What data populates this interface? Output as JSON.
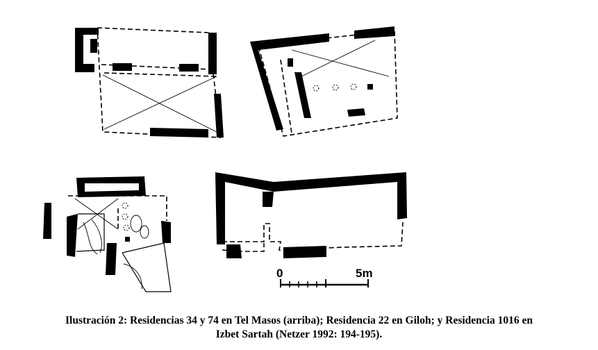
{
  "scale_bar": {
    "start_label": "0",
    "end_label": "5m"
  },
  "caption": {
    "line1": "Ilustración 2: Residencias 34 y 74 en Tel Masos (arriba); Residencia 22 en Giloh; y Residencia 1016 en",
    "line2": "Izbet Sartah (Netzer 1992: 194-195)."
  }
}
